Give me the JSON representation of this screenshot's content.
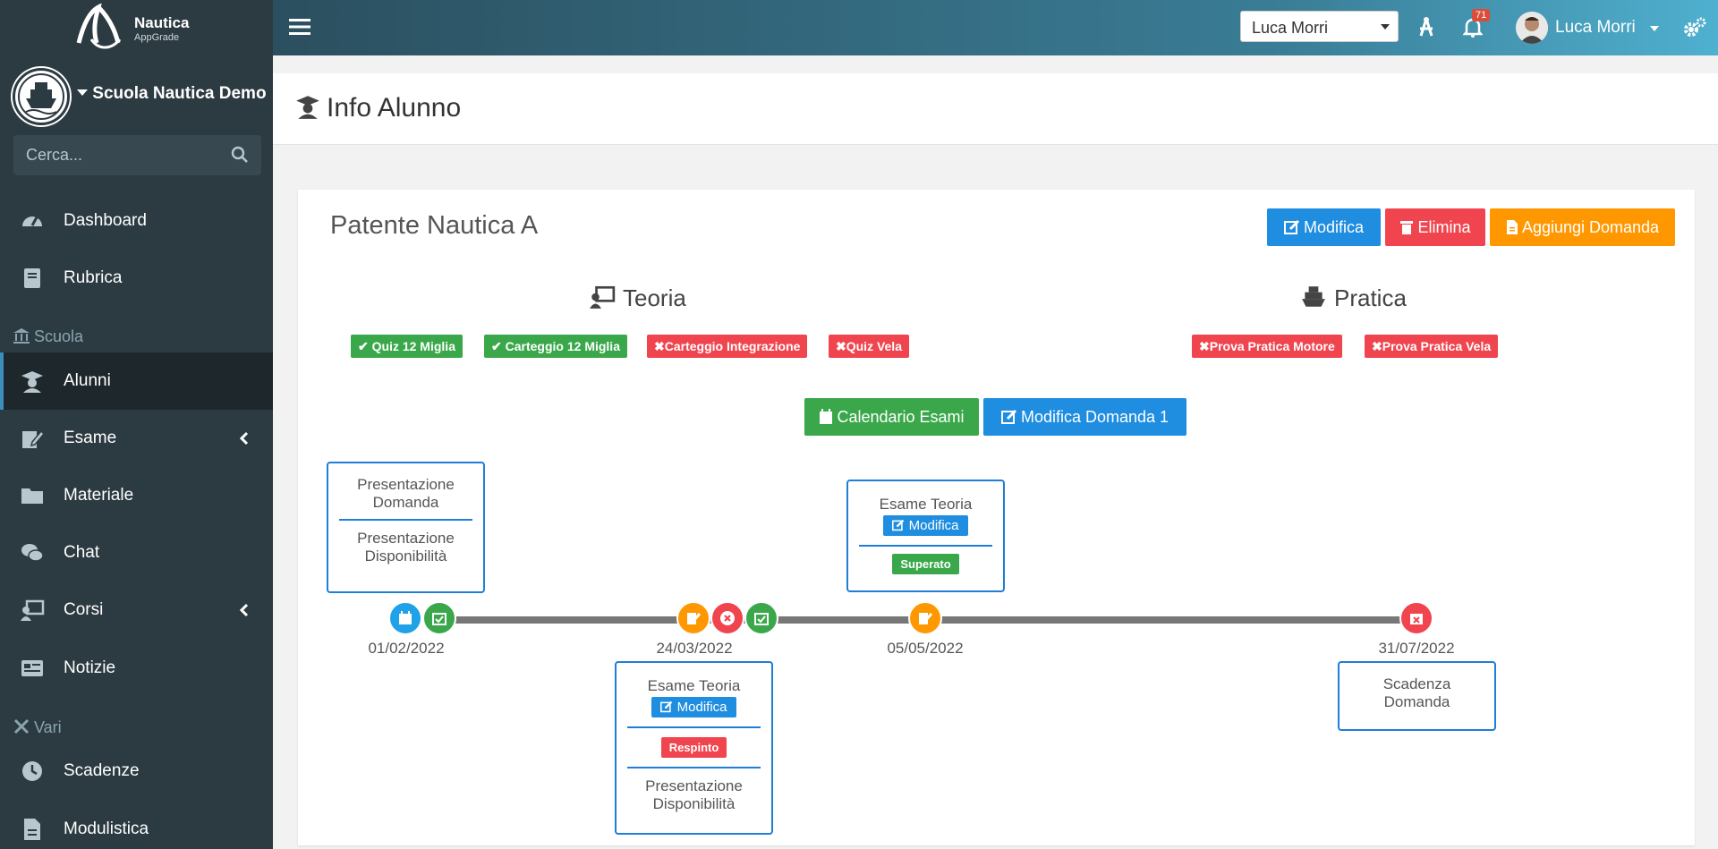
{
  "brand": {
    "name": "Nautica",
    "sub": "AppGrade"
  },
  "school": {
    "name": "Scuola Nautica Demo"
  },
  "search": {
    "placeholder": "Cerca..."
  },
  "menu": [
    {
      "label": "Dashboard",
      "icon": "dashboard-icon"
    },
    {
      "label": "Rubrica",
      "icon": "book-icon"
    },
    {
      "label": "Alunni",
      "icon": "student-icon",
      "active": true
    },
    {
      "label": "Esame",
      "icon": "exam-icon"
    },
    {
      "label": "Materiale",
      "icon": "folder-icon"
    },
    {
      "label": "Chat",
      "icon": "chat-icon"
    },
    {
      "label": "Corsi",
      "icon": "teacher-icon"
    },
    {
      "label": "Notizie",
      "icon": "news-icon"
    },
    {
      "label": "Scadenze",
      "icon": "clock-icon"
    },
    {
      "label": "Modulistica",
      "icon": "document-icon"
    }
  ],
  "sections": {
    "scuola": "Scuola",
    "vari": "Vari"
  },
  "topbar": {
    "select_value": "Luca Morri",
    "notifications": "71",
    "user_name": "Luca Morri"
  },
  "page": {
    "title": "Info Alunno"
  },
  "card": {
    "title": "Patente Nautica A",
    "buttons": {
      "modifica": "Modifica",
      "elimina": "Elimina",
      "aggiungi": "Aggiungi Domanda"
    },
    "teoria": {
      "title": "Teoria",
      "tags": [
        {
          "label": "Quiz 12 Miglia",
          "status": "ok"
        },
        {
          "label": "Carteggio 12 Miglia",
          "status": "ok"
        },
        {
          "label": "Carteggio Integrazione",
          "status": "ko"
        },
        {
          "label": "Quiz Vela",
          "status": "ko"
        }
      ]
    },
    "pratica": {
      "title": "Pratica",
      "tags": [
        {
          "label": "Prova Pratica Motore",
          "status": "ko"
        },
        {
          "label": "Prova Pratica Vela",
          "status": "ko"
        }
      ]
    },
    "calendar_button": "Calendario Esami",
    "edit_domanda_button": "Modifica Domanda 1"
  },
  "timeline": {
    "dates": [
      "01/02/2022",
      "24/03/2022",
      "05/05/2022",
      "31/07/2022"
    ],
    "box1": {
      "line1": "Presentazione Domanda",
      "line2": "Presentazione Disponibilità"
    },
    "box2": {
      "title": "Esame Teoria",
      "edit": "Modifica",
      "result": "Respinto",
      "line2": "Presentazione Disponibilità"
    },
    "box3": {
      "title": "Esame Teoria",
      "edit": "Modifica",
      "result": "Superato"
    },
    "box4": {
      "line1": "Scadenza Domanda"
    },
    "colors": {
      "blue": "#1fa2e8",
      "green": "#3aa84a",
      "orange": "#ff9800",
      "red": "#f0454e"
    }
  }
}
